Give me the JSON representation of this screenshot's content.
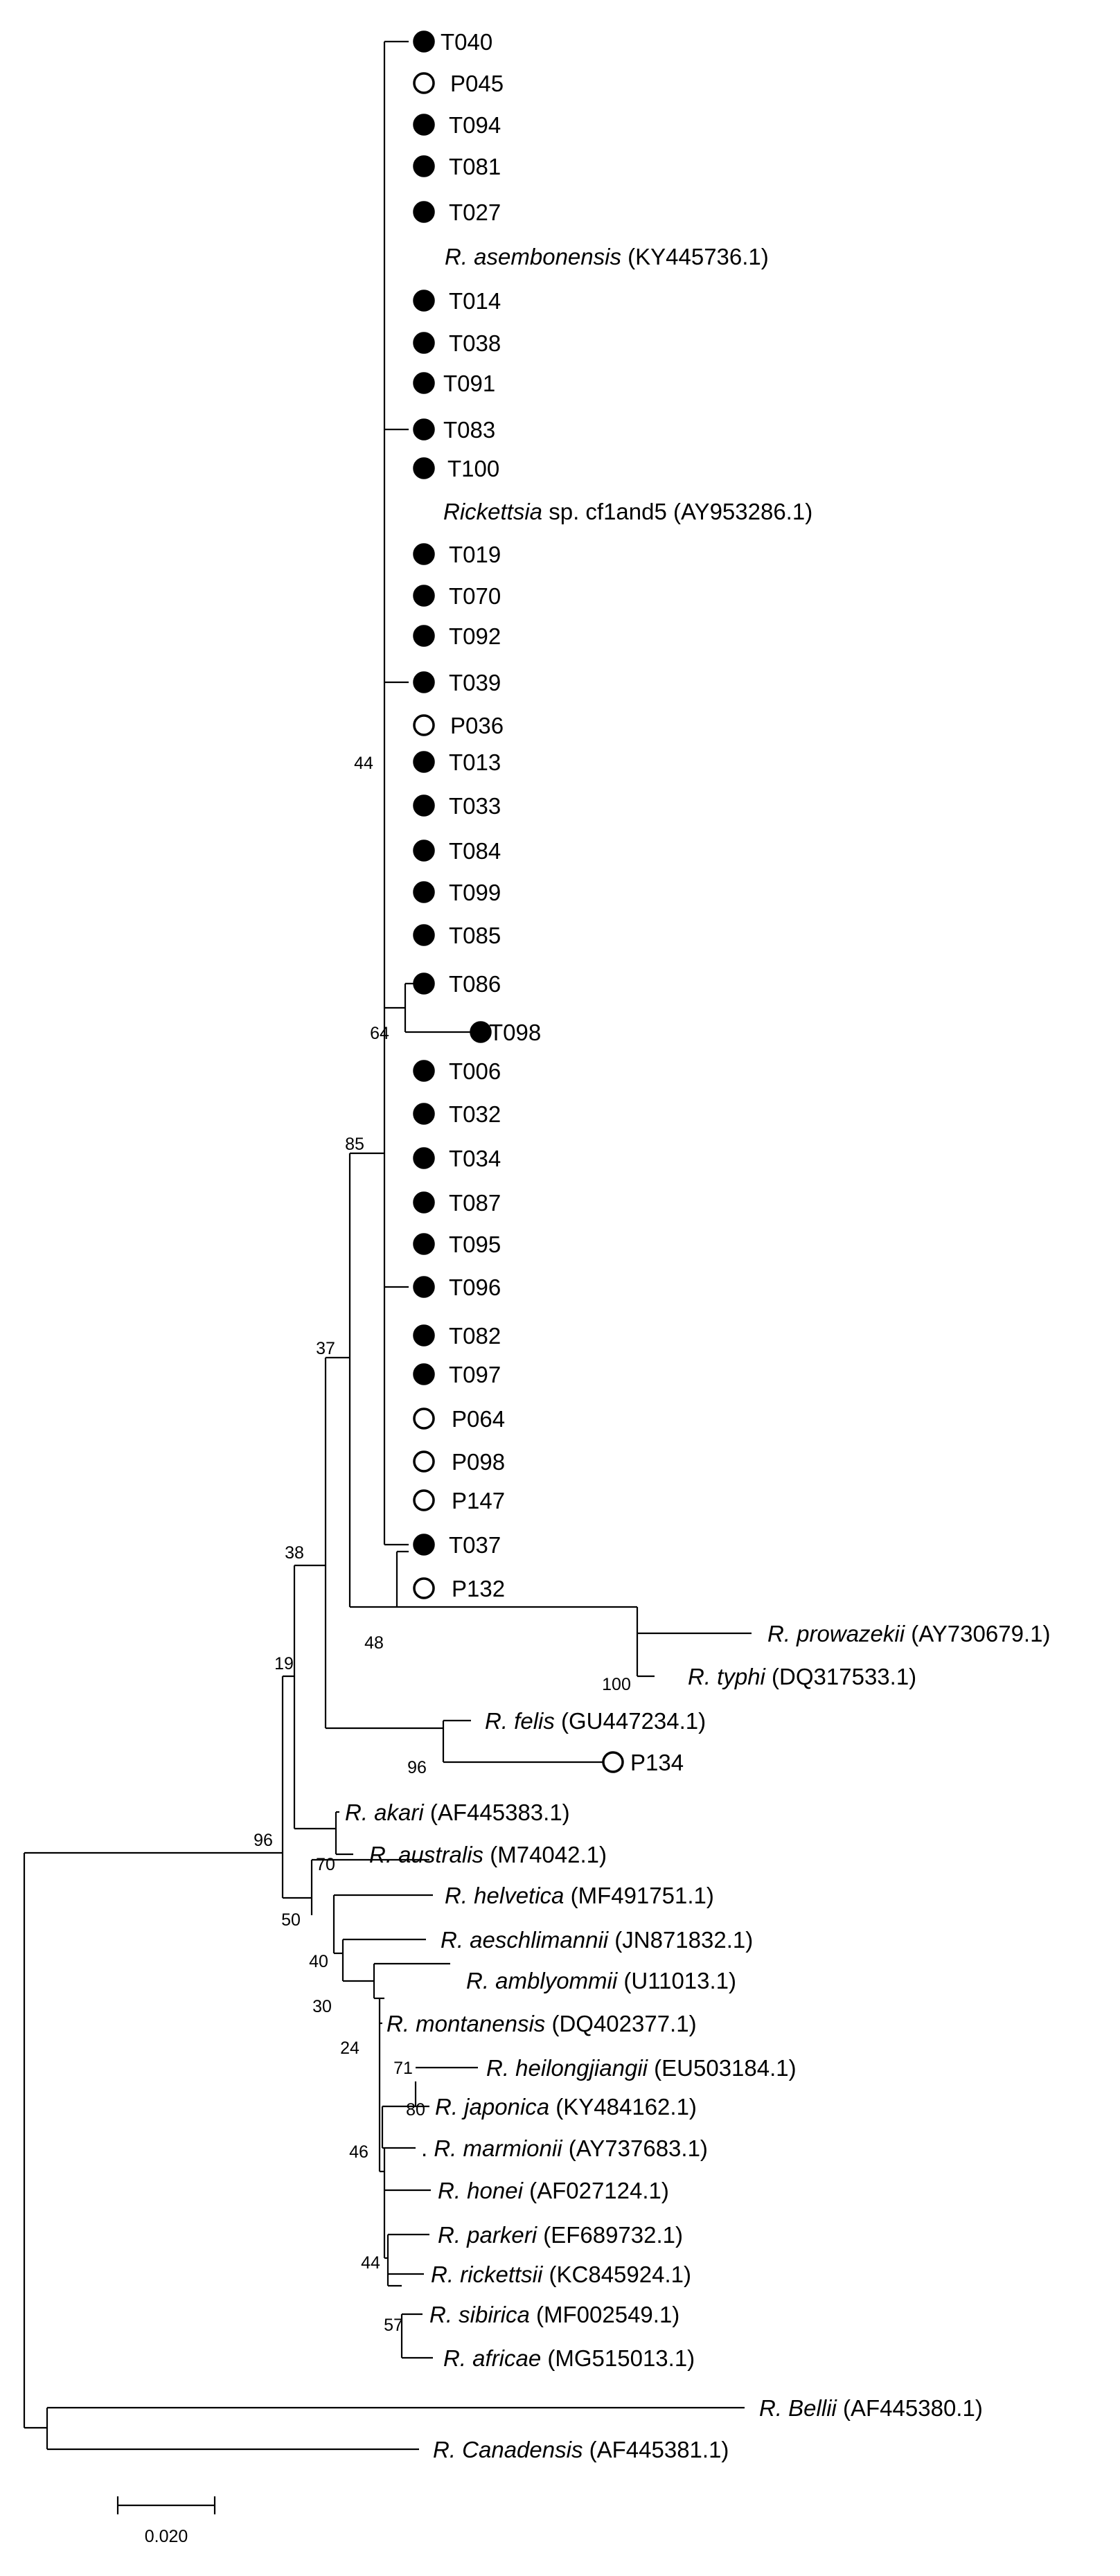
{
  "tips": [
    {
      "id": "t040",
      "marker": "filled",
      "name": "T040"
    },
    {
      "id": "p045",
      "marker": "open",
      "name": "P045"
    },
    {
      "id": "t094",
      "marker": "filled",
      "name": "T094"
    },
    {
      "id": "t081",
      "marker": "filled",
      "name": "T081"
    },
    {
      "id": "t027",
      "marker": "filled",
      "name": "T027"
    },
    {
      "id": "asembonensis",
      "marker": "none",
      "genus": "R. asembonensis",
      "rest": " (KY445736.1)"
    },
    {
      "id": "t014",
      "marker": "filled",
      "name": "T014"
    },
    {
      "id": "t038",
      "marker": "filled",
      "name": "T038"
    },
    {
      "id": "t091",
      "marker": "filled",
      "name": "T091"
    },
    {
      "id": "t083",
      "marker": "filled",
      "name": "T083"
    },
    {
      "id": "t100",
      "marker": "filled",
      "name": "T100"
    },
    {
      "id": "cf1and5",
      "marker": "none",
      "genus": "Rickettsia",
      "rest": " sp. cf1and5 (AY953286.1)"
    },
    {
      "id": "t019",
      "marker": "filled",
      "name": "T019"
    },
    {
      "id": "t070",
      "marker": "filled",
      "name": "T070"
    },
    {
      "id": "t092",
      "marker": "filled",
      "name": "T092"
    },
    {
      "id": "t039",
      "marker": "filled",
      "name": "T039"
    },
    {
      "id": "p036",
      "marker": "open",
      "name": "P036"
    },
    {
      "id": "t013",
      "marker": "filled",
      "name": "T013"
    },
    {
      "id": "t033",
      "marker": "filled",
      "name": "T033"
    },
    {
      "id": "t084",
      "marker": "filled",
      "name": "T084"
    },
    {
      "id": "t099",
      "marker": "filled",
      "name": "T099"
    },
    {
      "id": "t085",
      "marker": "filled",
      "name": "T085"
    },
    {
      "id": "t086",
      "marker": "filled",
      "name": "T086"
    },
    {
      "id": "t098",
      "marker": "filled",
      "name": "T098"
    },
    {
      "id": "t006",
      "marker": "filled",
      "name": "T006"
    },
    {
      "id": "t032",
      "marker": "filled",
      "name": "T032"
    },
    {
      "id": "t034",
      "marker": "filled",
      "name": "T034"
    },
    {
      "id": "t087",
      "marker": "filled",
      "name": "T087"
    },
    {
      "id": "t095",
      "marker": "filled",
      "name": "T095"
    },
    {
      "id": "t096",
      "marker": "filled",
      "name": "T096"
    },
    {
      "id": "t082",
      "marker": "filled",
      "name": "T082"
    },
    {
      "id": "t097",
      "marker": "filled",
      "name": "T097"
    },
    {
      "id": "p064",
      "marker": "open",
      "name": "P064"
    },
    {
      "id": "p098",
      "marker": "open",
      "name": "P098"
    },
    {
      "id": "p147",
      "marker": "open",
      "name": "P147"
    },
    {
      "id": "t037",
      "marker": "filled",
      "name": "T037"
    },
    {
      "id": "p132",
      "marker": "open",
      "name": "P132"
    },
    {
      "id": "prowazekii",
      "marker": "none",
      "genus": "R. prowazekii",
      "rest": " (AY730679.1)"
    },
    {
      "id": "typhi",
      "marker": "none",
      "genus": "R. typhi",
      "rest": " (DQ317533.1)"
    },
    {
      "id": "felis",
      "marker": "none",
      "genus": "R. felis",
      "rest": " (GU447234.1)"
    },
    {
      "id": "p134",
      "marker": "open",
      "name": "P134"
    },
    {
      "id": "akari",
      "marker": "none",
      "genus": "R. akari",
      "rest": " (AF445383.1)"
    },
    {
      "id": "australis",
      "marker": "none",
      "genus": "R. australis",
      "rest": " (M74042.1)"
    },
    {
      "id": "helvetica",
      "marker": "none",
      "genus": "R. helvetica",
      "rest": " (MF491751.1)"
    },
    {
      "id": "aeschlimannii",
      "marker": "none",
      "genus": "R. aeschlimannii",
      "rest": " (JN871832.1)"
    },
    {
      "id": "amblyommii",
      "marker": "none",
      "genus": "R. amblyommii",
      "rest": " (U11013.1)"
    },
    {
      "id": "montanensis",
      "marker": "none",
      "genus": "R. montanensis",
      "rest": " (DQ402377.1)"
    },
    {
      "id": "heilongjiangii",
      "marker": "none",
      "genus": "R. heilongjiangii",
      "rest": " (EU503184.1)"
    },
    {
      "id": "japonica",
      "marker": "none",
      "genus": "R. japonica",
      "rest": " (KY484162.1)"
    },
    {
      "id": "marmionii",
      "marker": "none",
      "prefix": ". ",
      "genus": "R. marmionii",
      "rest": " (AY737683.1)"
    },
    {
      "id": "honei",
      "marker": "none",
      "genus": "R. honei",
      "rest": " (AF027124.1)"
    },
    {
      "id": "parkeri",
      "marker": "none",
      "genus": "R. parkeri",
      "rest": " (EF689732.1)"
    },
    {
      "id": "rickettsii",
      "marker": "none",
      "genus": "R. rickettsii",
      "rest": " (KC845924.1)"
    },
    {
      "id": "sibirica",
      "marker": "none",
      "genus": "R. sibirica",
      "rest": " (MF002549.1)"
    },
    {
      "id": "africae",
      "marker": "none",
      "genus": "R. africae",
      "rest": " (MG515013.1)"
    },
    {
      "id": "bellii",
      "marker": "none",
      "genus": "R. Bellii",
      "rest": " (AF445380.1)"
    },
    {
      "id": "canadensis",
      "marker": "none",
      "genus": "R. Canadensis",
      "rest": " (AF445381.1)"
    }
  ],
  "bootstrap": {
    "n44": "44",
    "n64": "64",
    "n85": "85",
    "n37": "37",
    "n38": "38",
    "n19": "19",
    "n96a": "96",
    "n48": "48",
    "n100": "100",
    "n96b": "96",
    "n70": "70",
    "n50": "50",
    "n40": "40",
    "n30": "30",
    "n24": "24",
    "n46": "46",
    "n44b": "44",
    "n57": "57",
    "n71": "71",
    "n80": "80"
  },
  "scale_bar": {
    "label": "0.020"
  }
}
